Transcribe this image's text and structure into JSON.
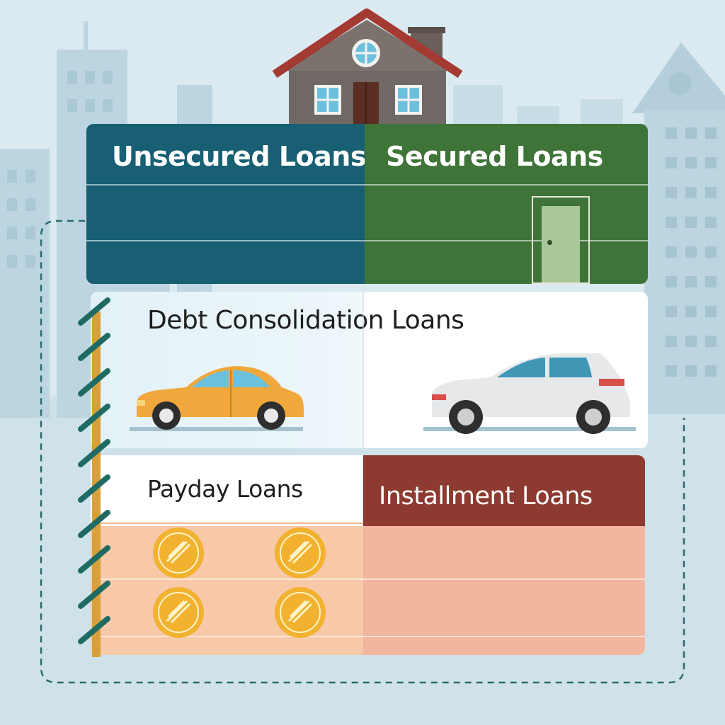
{
  "colors": {
    "sky": "#dcebf1",
    "unsecured": "#185f73",
    "secured": "#3f7438",
    "installment": "#8d3a30",
    "payday_cells": "#f7c9a8",
    "installment_cells": "#f2b69e",
    "coin": "#f2b230",
    "spiral": "#1f6b63",
    "spine": "#d8a03a"
  },
  "categories": {
    "unsecured": {
      "label": "Unsecured Loans"
    },
    "secured": {
      "label": "Secured Loans"
    },
    "debt_consolidation": {
      "label": "Debt Consolidation Loans"
    },
    "payday": {
      "label": "Payday Loans"
    },
    "installment": {
      "label": "Installment Loans"
    }
  },
  "icons": [
    "house-icon",
    "door-icon",
    "orange-car-icon",
    "white-car-icon",
    "coin-icon"
  ]
}
